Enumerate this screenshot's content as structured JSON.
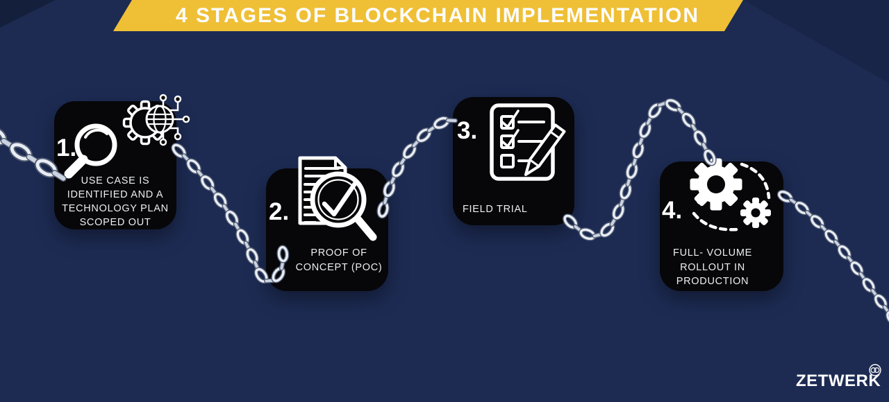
{
  "banner": {
    "title": "4 STAGES OF BLOCKCHAIN IMPLEMENTATION"
  },
  "stages": [
    {
      "number": "1.",
      "label": "USE CASE IS IDENTIFIED AND A TECHNOLOGY PLAN SCOPED OUT",
      "lines": [
        "USE CASE IS",
        "IDENTIFIED AND A",
        "TECHNOLOGY PLAN",
        "SCOPED OUT"
      ],
      "icons": [
        "magnifying-glass",
        "gear-globe-network"
      ]
    },
    {
      "number": "2.",
      "label": "PROOF OF CONCEPT (POC)",
      "lines": [
        "PROOF OF",
        "CONCEPT (POC)"
      ],
      "icons": [
        "document-review-magnifier-check"
      ]
    },
    {
      "number": "3.",
      "label": "FIELD TRIAL",
      "lines": [
        "FIELD TRIAL"
      ],
      "icons": [
        "checklist-pencil"
      ]
    },
    {
      "number": "4.",
      "label": "FULL- VOLUME ROLLOUT IN PRODUCTION",
      "lines": [
        "FULL- VOLUME",
        "ROLLOUT IN",
        "PRODUCTION"
      ],
      "icons": [
        "dual-gears-dashed-cycle"
      ]
    }
  ],
  "logo": {
    "text": "ZETWERK"
  },
  "colors": {
    "background": "#1D2B53",
    "card": "#070709",
    "banner": "#EFBF35",
    "text": "#EDEEF0",
    "chain_light": "#E9EDF4",
    "chain_mid": "#CBD3E0",
    "chain_dark": "#515C73"
  }
}
